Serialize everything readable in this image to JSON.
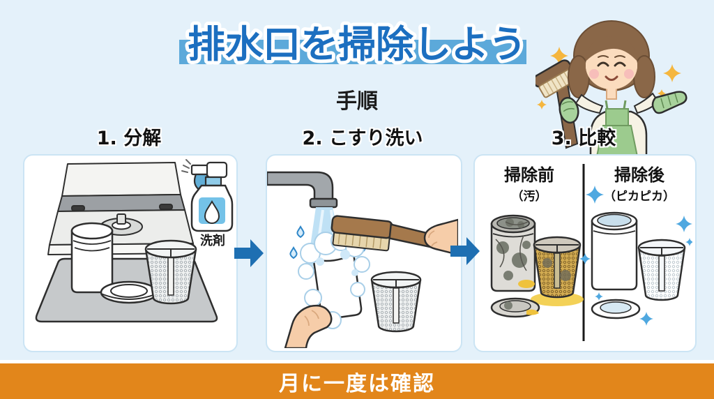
{
  "title": "排水口を掃除しよう",
  "section_heading": "手順",
  "steps": [
    {
      "label": "1. 分解"
    },
    {
      "label": "2. こすり洗い"
    },
    {
      "label": "3. 比較"
    }
  ],
  "panel_disassembly": {
    "detergent_label": "洗剤"
  },
  "panel_compare": {
    "before_title": "掃除前",
    "before_note": "（汚）",
    "after_title": "掃除後",
    "after_note": "（ピカピカ）"
  },
  "footer": {
    "message": "月に一度は確認"
  },
  "colors": {
    "background": "#E4F1FA",
    "title_text": "#1C6FC0",
    "title_band": "#5CA9DA",
    "arrow": "#1E6FB2",
    "banner": "#E2861B",
    "sparkle_blue": "#4FA8E0",
    "sparkle_gold": "#F5B63E"
  }
}
